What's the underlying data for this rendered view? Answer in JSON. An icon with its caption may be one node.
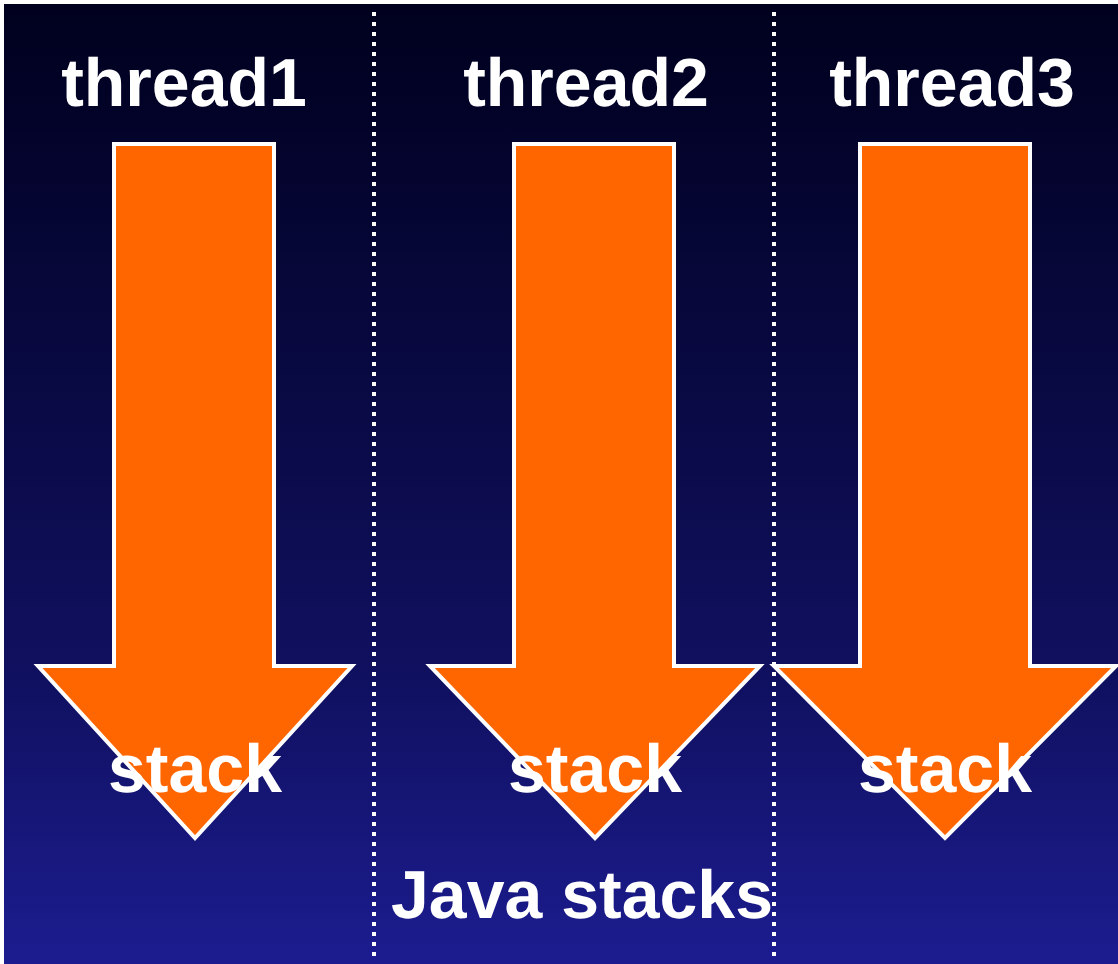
{
  "diagram": {
    "nodes": [
      {
        "text": [
          "thread1",
          "stack"
        ]
      },
      {
        "text": [
          "thread2",
          "stack"
        ]
      },
      {
        "text": [
          "thread3",
          "stack"
        ]
      }
    ],
    "labels": [
      "Java stacks"
    ]
  }
}
